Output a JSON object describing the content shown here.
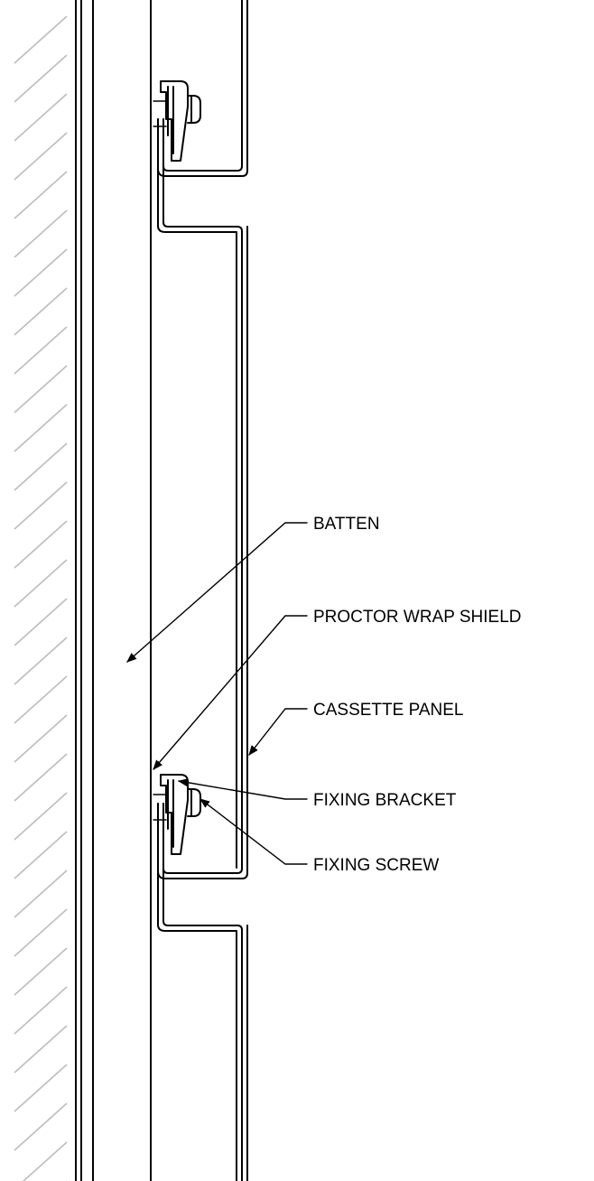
{
  "drawing": {
    "type": "cladding section detail",
    "hatch_color": "#bdbdbd",
    "line_color": "#000000"
  },
  "labels": {
    "batten": "BATTEN",
    "proctor_wrap_shield": "PROCTOR WRAP SHIELD",
    "cassette_panel": "CASSETTE PANEL",
    "fixing_bracket": "FIXING BRACKET",
    "fixing_screw": "FIXING SCREW"
  }
}
